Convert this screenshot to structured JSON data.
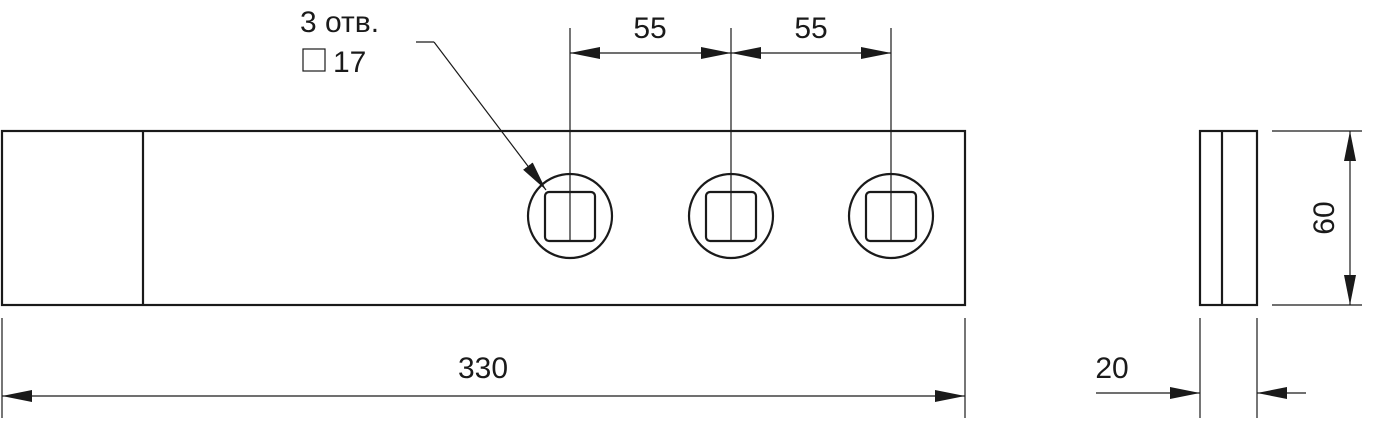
{
  "drawing": {
    "holes_note_line1": "3 отв.",
    "holes_note_line2": "17",
    "dim_spacing_1": "55",
    "dim_spacing_2": "55",
    "dim_length": "330",
    "dim_height": "60",
    "dim_thickness": "20"
  }
}
